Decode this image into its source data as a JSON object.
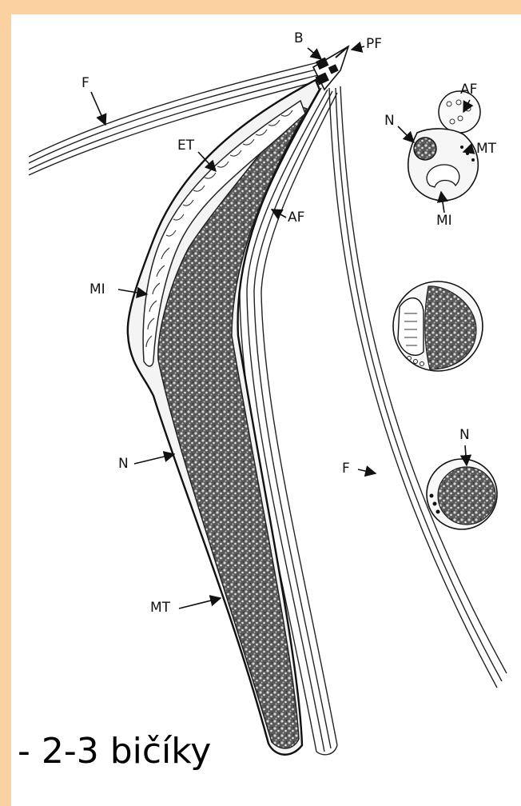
{
  "labels": {
    "B": "B",
    "PF": "PF",
    "F_left": "F",
    "AF_cross": "AF",
    "N_cross": "N",
    "MT_cross": "MT",
    "ET": "ET",
    "AF_body": "AF",
    "MI_cross": "MI",
    "MI_body": "MI",
    "N_lower": "N",
    "N_body": "N",
    "F_right": "F",
    "MT_body": "MT"
  },
  "caption": "- 2-3 bičíky",
  "colors": {
    "background": "#fcd1a1",
    "panel": "#ffffff",
    "ink": "#111111"
  }
}
